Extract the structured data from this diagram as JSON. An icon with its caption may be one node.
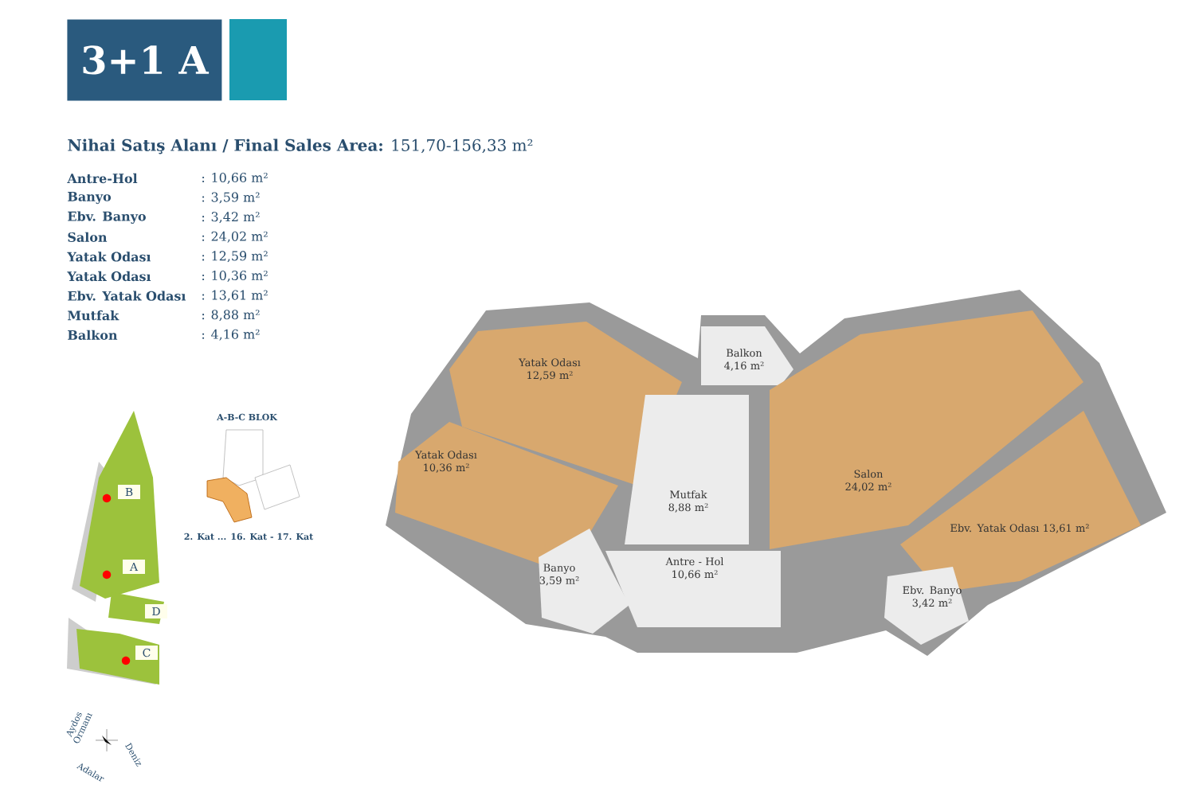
{
  "diagram": {
    "title": "**Nihai Satış Alanı / Final Sales Area:** 151,70-156,33 m²",
    "nodes": [
      {
        "text": [
          "3+1 A"
        ]
      },
      {
        "text": [
          "Yatak Odası 12,59 m²"
        ]
      },
      {
        "text": [
          "Yatak Odası 10,36 m²"
        ]
      },
      {
        "text": [
          "Balkon 4,16 m²"
        ]
      },
      {
        "text": [
          "Mutfak 8,88 m²"
        ]
      },
      {
        "text": [
          "Salon 24,02 m²"
        ]
      },
      {
        "text": [
          "Ebv. Yatak Odası 13,61 m²"
        ]
      },
      {
        "text": [
          "Banyo 3,59 m²"
        ]
      },
      {
        "text": [
          "Antre - Hol 10,66 m²"
        ]
      },
      {
        "text": [
          "Ebv. Banyo 3,42 m²"
        ]
      },
      {
        "text": [
          "B"
        ]
      },
      {
        "text": [
          "A"
        ]
      },
      {
        "text": [
          "D"
        ]
      },
      {
        "text": [
          "C"
        ]
      }
    ],
    "labels": [
      "Antre-Hol",
      ": 10,66 m²",
      "Banyo",
      ": 3,59 m²",
      "Ebv. Banyo",
      ": 3,42 m²",
      "Salon",
      ": 24,02 m²",
      "Yatak Odası",
      ": 12,59 m²",
      "Yatak Odası",
      ": 10,36 m²",
      "Ebv. Yatak Odası",
      ": 13,61 m²",
      "Mutfak",
      ": 8,88 m²",
      "Balkon",
      ": 4,16 m²",
      "A-B-C BLOK",
      "2. Kat ... 16. Kat - 17. Kat",
      "Aydos Ormanı",
      "Deniz",
      "Adalar"
    ]
  }
}
